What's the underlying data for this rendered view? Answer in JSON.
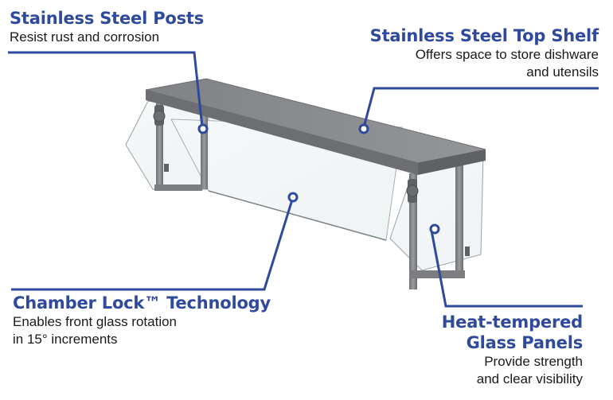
{
  "colors": {
    "accent": "#2f4a9c",
    "text": "#1a1a1a",
    "steel": "#8a8c90",
    "glass": "#eef3f4"
  },
  "callouts": {
    "posts": {
      "title": "Stainless Steel Posts",
      "desc": [
        "Resist rust and corrosion"
      ]
    },
    "shelf": {
      "title": "Stainless Steel Top Shelf",
      "desc": [
        "Offers space to store dishware",
        "and utensils"
      ]
    },
    "lock": {
      "title": "Chamber Lock™ Technology",
      "desc": [
        "Enables front glass rotation",
        "in 15° increments"
      ]
    },
    "glass": {
      "title_lines": [
        "Heat-tempered",
        "Glass Panels"
      ],
      "desc": [
        "Provide strength",
        "and clear visibility"
      ]
    }
  }
}
